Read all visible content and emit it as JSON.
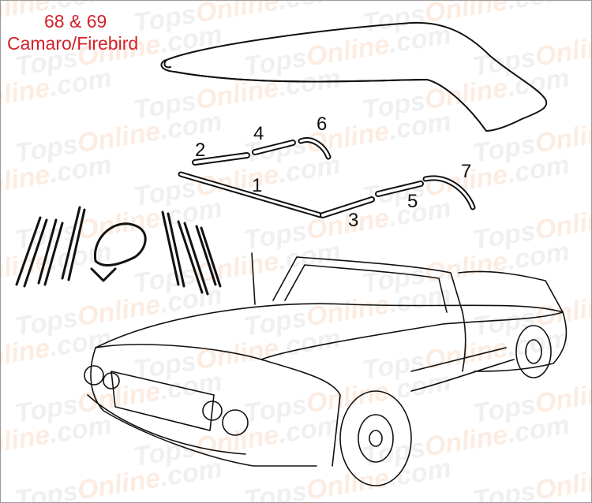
{
  "title": {
    "line1": "68 & 69",
    "line2": "Camaro/Firebird"
  },
  "watermark": "TopsOnline.com",
  "callouts": [
    "1",
    "2",
    "3",
    "4",
    "5",
    "6",
    "7"
  ],
  "colors": {
    "title": "#d4202a",
    "line": "#111111"
  }
}
